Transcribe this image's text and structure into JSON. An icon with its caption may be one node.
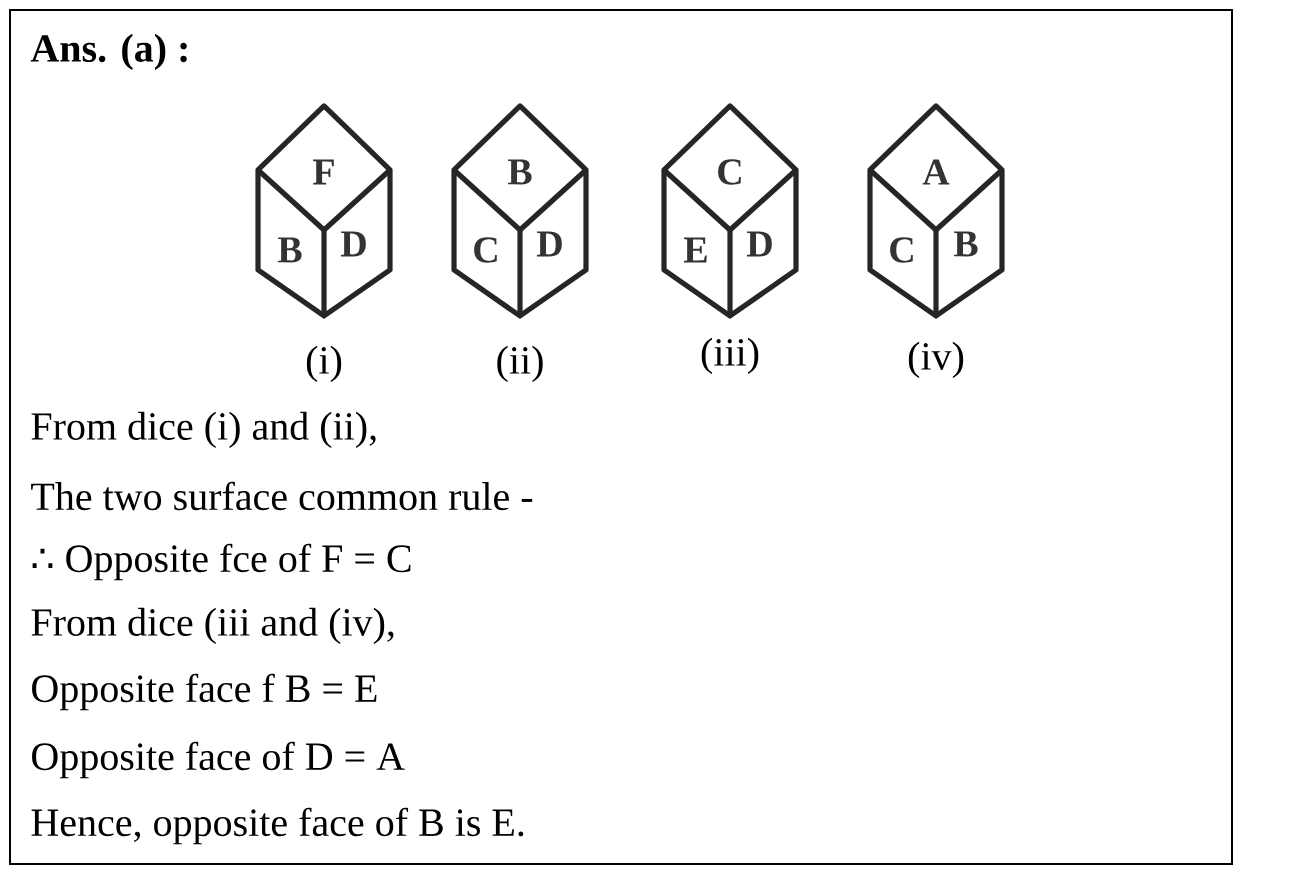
{
  "diagram": {
    "title": "Ans. (a) :",
    "nodes": [
      {
        "text": [
          "F",
          "B",
          "D"
        ],
        "beside": [
          "(i)"
        ]
      },
      {
        "text": [
          "B",
          "C",
          "D"
        ],
        "beside": [
          "(ii)"
        ]
      },
      {
        "text": [
          "C",
          "E",
          "D"
        ],
        "beside": [
          "(iii)"
        ]
      },
      {
        "text": [
          "A",
          "C",
          "B"
        ],
        "beside": [
          "(iv)"
        ]
      }
    ],
    "labels": [
      "From dice (i) and (ii),",
      "The two surface common rule -",
      "∴ Opposite fce of F = C",
      "From dice (iii and (iv),",
      "Opposite face f B = E",
      "Opposite face of D = A",
      "Hence, opposite face of B is E."
    ]
  }
}
